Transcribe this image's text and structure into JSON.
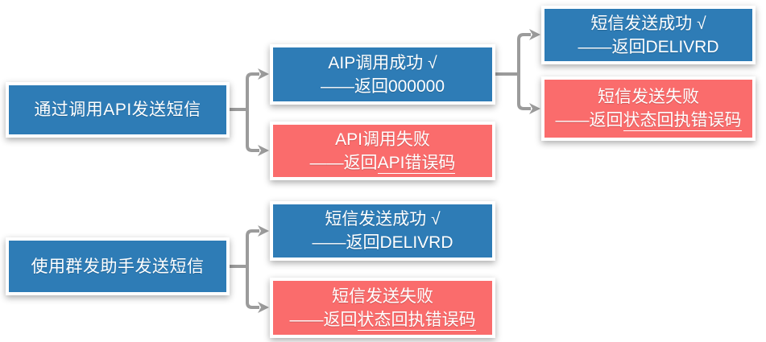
{
  "colors": {
    "node_blue": "#2e7cb6",
    "node_red": "#fa6c6c",
    "connector": "#9b9b9b",
    "node_text": "#ffffff",
    "page_bg": "#ffffff"
  },
  "nodes": {
    "api_root": {
      "label": "通过调用API发送短信"
    },
    "api_success": {
      "line1": "AIP调用成功 √",
      "line2_prefix": "——返回",
      "line2_value": "000000"
    },
    "api_fail": {
      "line1": "API调用失败",
      "line2_prefix": "——返回",
      "line2_value": "API错误码"
    },
    "sms_success_api": {
      "line1": "短信发送成功 √",
      "line2_prefix": "——返回",
      "line2_value": "DELIVRD"
    },
    "sms_fail_api": {
      "line1": "短信发送失败",
      "line2_prefix": "——返回",
      "line2_value": "状态回执错误码"
    },
    "group_root": {
      "label": "使用群发助手发送短信"
    },
    "sms_success_group": {
      "line1": "短信发送成功 √",
      "line2_prefix": "——返回",
      "line2_value": "DELIVRD"
    },
    "sms_fail_group": {
      "line1": "短信发送失败",
      "line2_prefix": "——返回",
      "line2_value": "状态回执错误码"
    }
  },
  "edges": [
    {
      "from": "通过调用API发送短信",
      "to": "AIP调用成功 √ ——返回000000"
    },
    {
      "from": "通过调用API发送短信",
      "to": "API调用失败 ——返回API错误码"
    },
    {
      "from": "AIP调用成功 √ ——返回000000",
      "to": "短信发送成功 √ ——返回DELIVRD"
    },
    {
      "from": "AIP调用成功 √ ——返回000000",
      "to": "短信发送失败 ——返回状态回执错误码"
    },
    {
      "from": "使用群发助手发送短信",
      "to": "短信发送成功 √ ——返回DELIVRD"
    },
    {
      "from": "使用群发助手发送短信",
      "to": "短信发送失败 ——返回状态回执错误码"
    }
  ]
}
